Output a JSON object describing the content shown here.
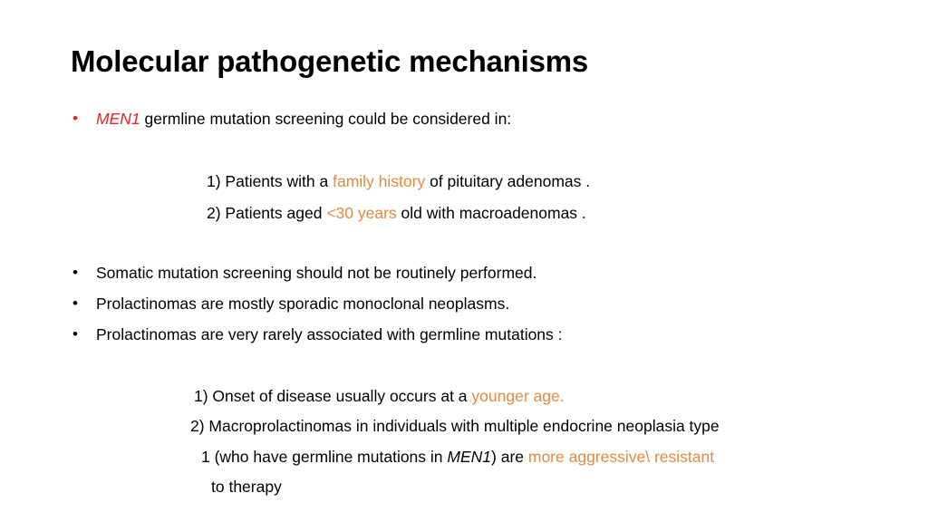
{
  "slide": {
    "title": "Molecular pathogenetic mechanisms",
    "colors": {
      "background": "#ffffff",
      "text": "#000000",
      "accent_red": "#ec1c24",
      "accent_orange": "#e8883c"
    },
    "bullet_glyph": "•",
    "bullets": [
      {
        "id": "men1-screening",
        "marker_color": "#ec1c24",
        "segments": [
          {
            "text": "MEN1",
            "color": "#ec1c24",
            "style": "italic"
          },
          {
            "text": " germline mutation screening could be considered in:",
            "color": "#000000",
            "style": "normal"
          }
        ]
      },
      {
        "id": "somatic-screening",
        "marker_color": "#000000",
        "segments": [
          {
            "text": "Somatic mutation screening should not be routinely performed.",
            "color": "#000000",
            "style": "normal"
          }
        ]
      },
      {
        "id": "prolactinomas-sporadic",
        "marker_color": "#000000",
        "segments": [
          {
            "text": "Prolactinomas are mostly sporadic monoclonal neoplasms.",
            "color": "#000000",
            "style": "normal"
          }
        ]
      },
      {
        "id": "prolactinomas-germline",
        "marker_color": "#000000",
        "segments": [
          {
            "text": "Prolactinomas are very rarely associated with germline mutations :",
            "color": "#000000",
            "style": "normal"
          }
        ]
      }
    ],
    "numbered_group_1": [
      {
        "id": "group1-item1",
        "segments": [
          {
            "text": "1) Patients with a ",
            "color": "#000000",
            "style": "normal"
          },
          {
            "text": "family history",
            "color": "#e8883c",
            "style": "normal"
          },
          {
            "text": " of pituitary adenomas .",
            "color": "#000000",
            "style": "normal"
          }
        ]
      },
      {
        "id": "group1-item2",
        "segments": [
          {
            "text": "2) Patients aged ",
            "color": "#000000",
            "style": "normal"
          },
          {
            "text": "<30 years",
            "color": "#e8883c",
            "style": "normal"
          },
          {
            "text": " old with macroadenomas .",
            "color": "#000000",
            "style": "normal"
          }
        ]
      }
    ],
    "numbered_group_2": [
      {
        "id": "group2-item1",
        "segments": [
          {
            "text": "1) Onset of disease usually occurs at a ",
            "color": "#000000",
            "style": "normal"
          },
          {
            "text": "younger age.",
            "color": "#e8883c",
            "style": "normal"
          }
        ]
      },
      {
        "id": "group2-item2-line1",
        "segments": [
          {
            "text": "2) Macroprolactinomas in individuals with multiple endocrine neoplasia type",
            "color": "#000000",
            "style": "normal"
          }
        ]
      },
      {
        "id": "group2-item2-line2",
        "segments": [
          {
            "text": "1 (who have germline mutations in ",
            "color": "#000000",
            "style": "normal"
          },
          {
            "text": "MEN1",
            "color": "#000000",
            "style": "italic"
          },
          {
            "text": ") are ",
            "color": "#000000",
            "style": "normal"
          },
          {
            "text": "more aggressive\\ resistant",
            "color": "#e8883c",
            "style": "normal"
          }
        ]
      },
      {
        "id": "group2-item2-line3",
        "segments": [
          {
            "text": "to therapy",
            "color": "#000000",
            "style": "normal"
          }
        ]
      }
    ]
  }
}
